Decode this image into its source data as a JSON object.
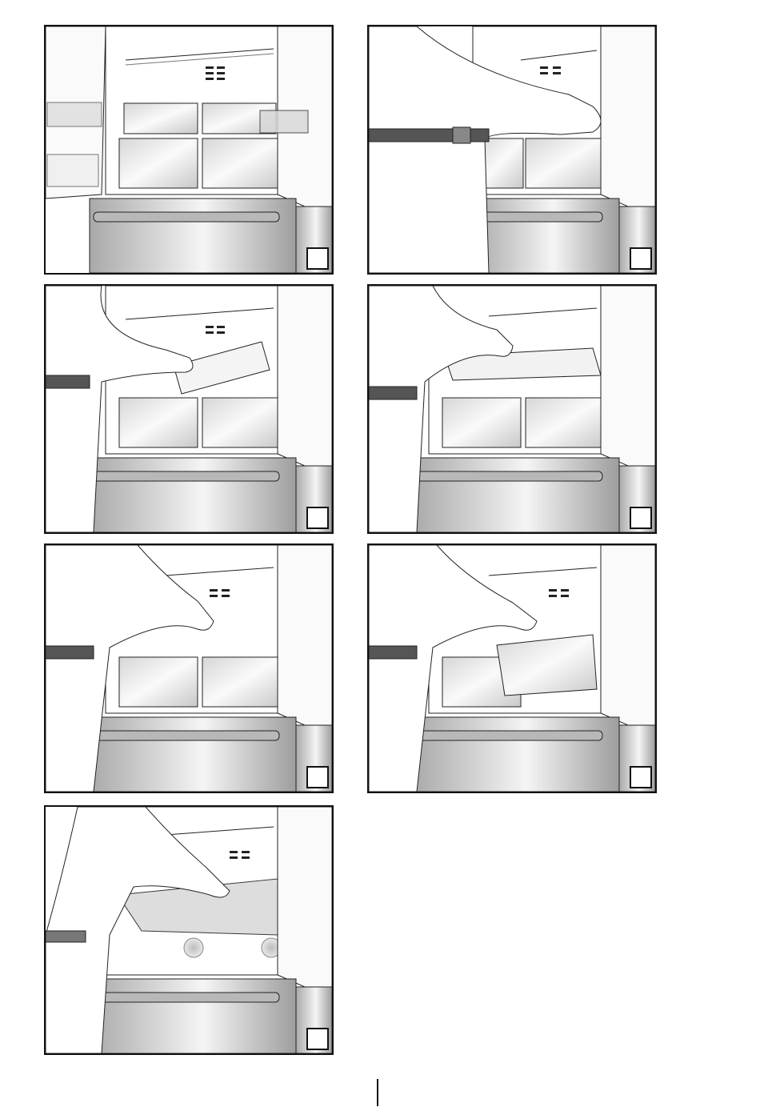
{
  "figure": {
    "panels": [
      {
        "id": "step-1",
        "step_label": ""
      },
      {
        "id": "step-2",
        "step_label": ""
      },
      {
        "id": "step-3",
        "step_label": ""
      },
      {
        "id": "step-4",
        "step_label": ""
      },
      {
        "id": "step-5",
        "step_label": ""
      },
      {
        "id": "step-6",
        "step_label": ""
      },
      {
        "id": "step-7",
        "step_label": ""
      }
    ]
  },
  "colors": {
    "line": "#222222",
    "steel_light": "#e6e6e6",
    "steel_dark": "#9a9a9a",
    "glass": "#f2f2f2",
    "shade": "#cfcfcf"
  }
}
